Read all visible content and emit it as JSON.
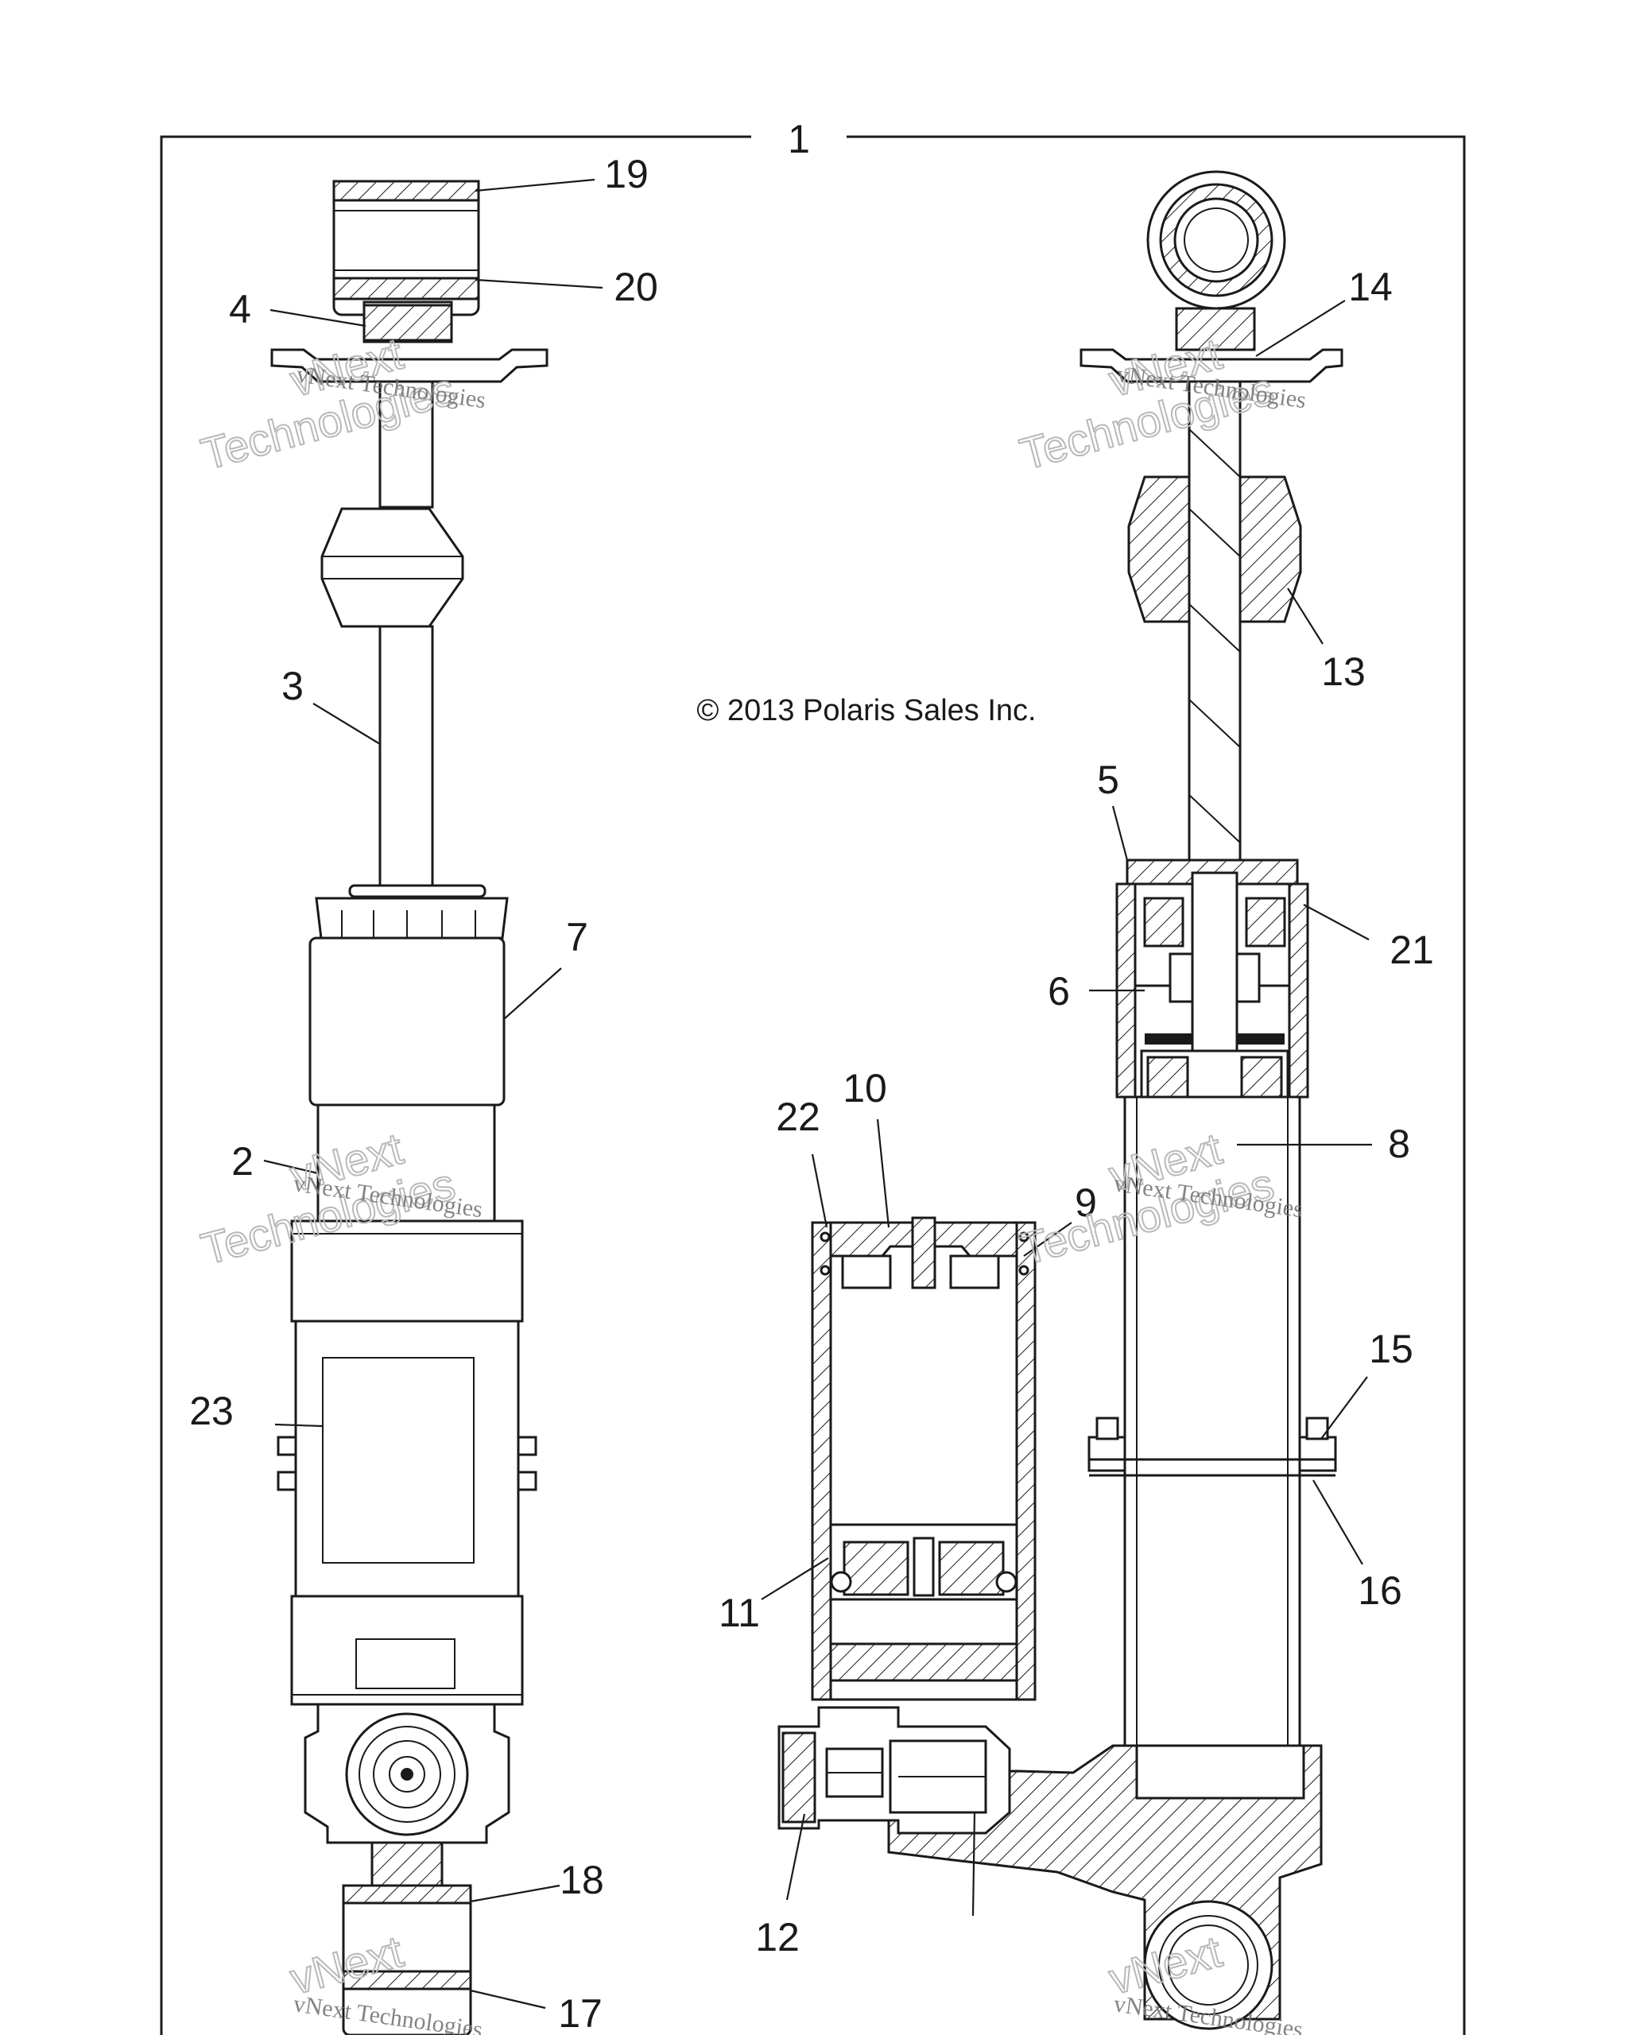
{
  "diagram": {
    "assembly_number": "1",
    "copyright": "© 2013 Polaris Sales Inc.",
    "watermark_text": "vNext Technologies",
    "watermark_word_1": "vNext",
    "watermark_word_2": "Technologies",
    "callouts": [
      {
        "id": "c19",
        "label": "19"
      },
      {
        "id": "c20",
        "label": "20"
      },
      {
        "id": "c4",
        "label": "4"
      },
      {
        "id": "c3",
        "label": "3"
      },
      {
        "id": "c7",
        "label": "7"
      },
      {
        "id": "c2",
        "label": "2"
      },
      {
        "id": "c23",
        "label": "23"
      },
      {
        "id": "c18",
        "label": "18"
      },
      {
        "id": "c17",
        "label": "17"
      },
      {
        "id": "c14",
        "label": "14"
      },
      {
        "id": "c13",
        "label": "13"
      },
      {
        "id": "c5",
        "label": "5"
      },
      {
        "id": "c6",
        "label": "6"
      },
      {
        "id": "c21",
        "label": "21"
      },
      {
        "id": "c8",
        "label": "8"
      },
      {
        "id": "c22",
        "label": "22"
      },
      {
        "id": "c10",
        "label": "10"
      },
      {
        "id": "c9",
        "label": "9"
      },
      {
        "id": "c15",
        "label": "15"
      },
      {
        "id": "c16",
        "label": "16"
      },
      {
        "id": "c11",
        "label": "11"
      },
      {
        "id": "c12",
        "label": "12"
      }
    ],
    "colors": {
      "line": "#1a1a1a",
      "watermark": "#b9b9b9",
      "background": "#ffffff"
    }
  }
}
